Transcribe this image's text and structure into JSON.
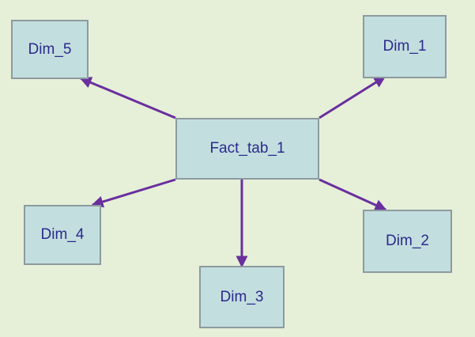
{
  "diagram": {
    "nodes": {
      "fact": "Fact_tab_1",
      "dim_1": "Dim_1",
      "dim_2": "Dim_2",
      "dim_3": "Dim_3",
      "dim_4": "Dim_4",
      "dim_5": "Dim_5"
    },
    "edges": [
      {
        "from": "Fact_tab_1",
        "to": "Dim_1"
      },
      {
        "from": "Fact_tab_1",
        "to": "Dim_2"
      },
      {
        "from": "Fact_tab_1",
        "to": "Dim_3"
      },
      {
        "from": "Fact_tab_1",
        "to": "Dim_4"
      },
      {
        "from": "Fact_tab_1",
        "to": "Dim_5"
      }
    ],
    "colors": {
      "background": "#e6f0d8",
      "node_fill": "#c3dede",
      "node_border": "#8c9aa0",
      "label_text": "#2a2a8e",
      "arrow": "#6a2f9e"
    }
  }
}
